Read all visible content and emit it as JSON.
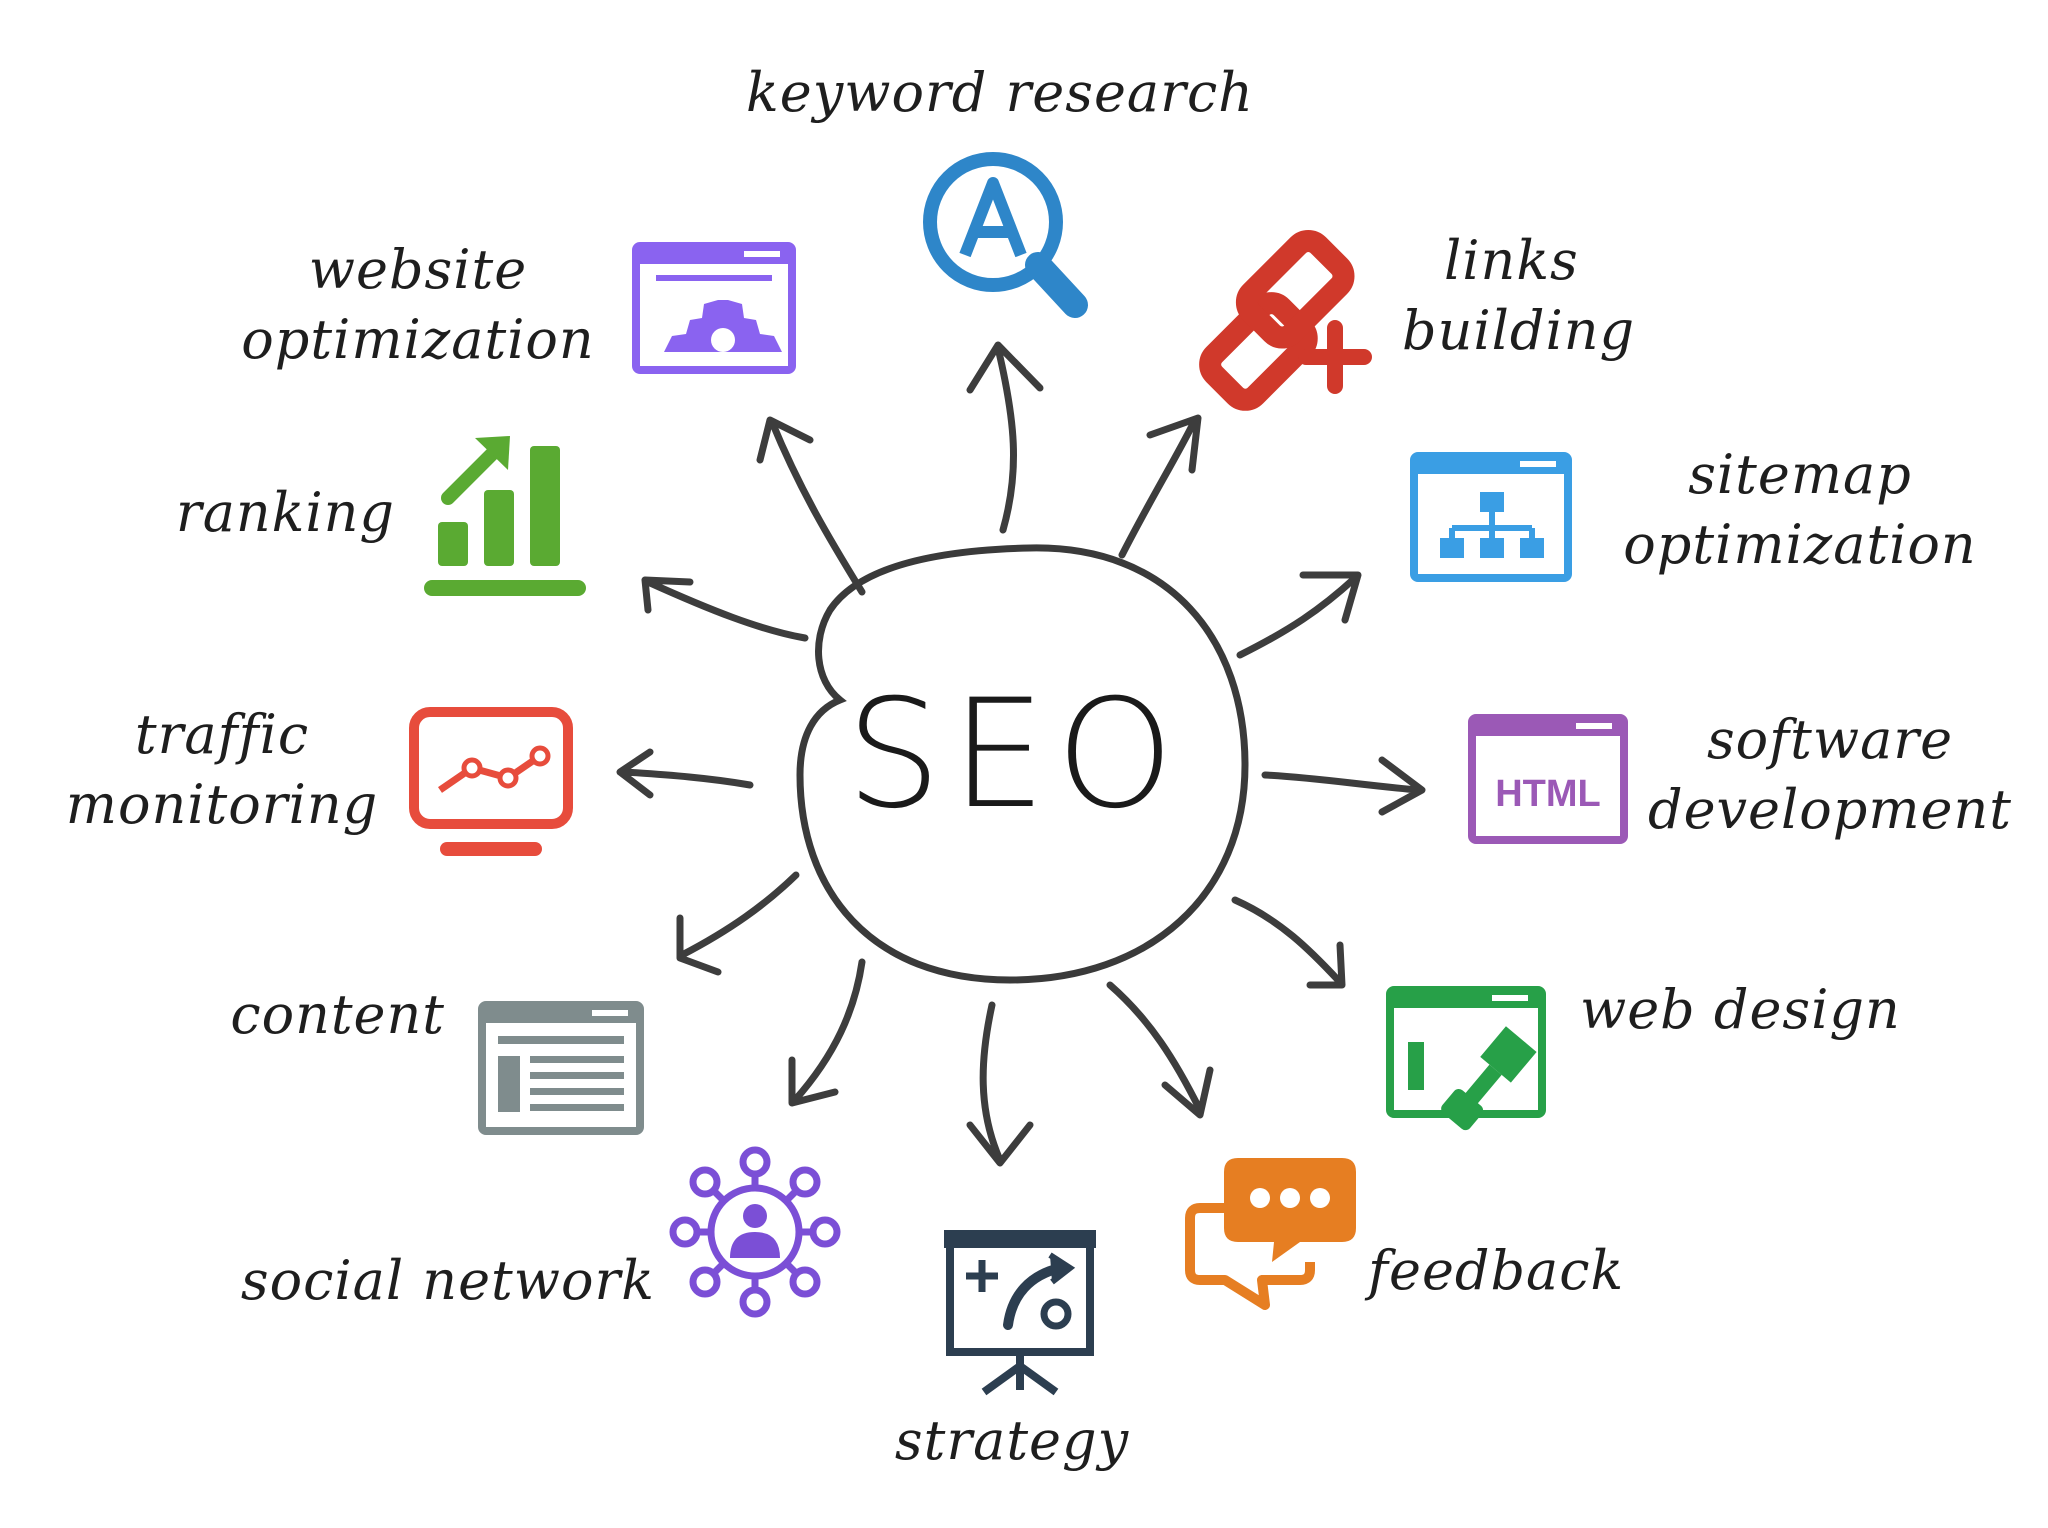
{
  "center": {
    "label": "SEO"
  },
  "nodes": [
    {
      "id": "keyword-research",
      "lines": [
        "keyword research"
      ],
      "color": "#2e86c9",
      "icon": "magnifier-icon"
    },
    {
      "id": "links-building",
      "lines": [
        "links",
        "building"
      ],
      "color": "#d0392b",
      "icon": "chain-link-add-icon"
    },
    {
      "id": "sitemap-optimization",
      "lines": [
        "sitemap",
        "optimization"
      ],
      "color": "#3a9ee4",
      "icon": "sitemap-icon"
    },
    {
      "id": "software-development",
      "lines": [
        "software",
        "development"
      ],
      "color": "#9b59b6",
      "icon": "html-window-icon",
      "icon_text": "HTML"
    },
    {
      "id": "web-design",
      "lines": [
        "web design"
      ],
      "color": "#27a048",
      "icon": "web-design-brush-icon"
    },
    {
      "id": "feedback",
      "lines": [
        "feedback"
      ],
      "color": "#e67e22",
      "icon": "chat-bubbles-icon"
    },
    {
      "id": "strategy",
      "lines": [
        "strategy"
      ],
      "color": "#2c3e50",
      "icon": "strategy-board-icon"
    },
    {
      "id": "social-network",
      "lines": [
        "social network"
      ],
      "color": "#7b4fd6",
      "icon": "social-network-icon"
    },
    {
      "id": "content",
      "lines": [
        "content"
      ],
      "color": "#7f8c8d",
      "icon": "content-page-icon"
    },
    {
      "id": "traffic-monitoring",
      "lines": [
        "traffic",
        "monitoring"
      ],
      "color": "#e74c3c",
      "icon": "monitor-chart-icon"
    },
    {
      "id": "ranking",
      "lines": [
        "ranking"
      ],
      "color": "#5aaa32",
      "icon": "bar-chart-icon"
    },
    {
      "id": "website-optimization",
      "lines": [
        "website",
        "optimization"
      ],
      "color": "#8a63f0",
      "icon": "window-gear-icon"
    }
  ]
}
